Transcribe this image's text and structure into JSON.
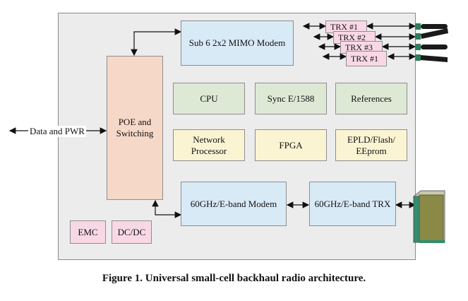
{
  "blocks": {
    "mimo_modem": "Sub 6 2x2 MIMO Modem",
    "poe_switching": "POE and Switching",
    "cpu": "CPU",
    "sync": "Sync E/1588",
    "references": "References",
    "network_processor": "Network Processor",
    "fpga": "FPGA",
    "epld": "EPLD/Flash/ EEprom",
    "mmw_modem": "60GHz/E-band Modem",
    "mmw_trx": "60GHz/E-band TRX",
    "emc": "EMC",
    "dcdc": "DC/DC"
  },
  "transceivers": [
    "TRX #1",
    "TRX #2",
    "TRX #3",
    "TRX #1"
  ],
  "io_label": "Data and PWR",
  "caption": "Figure 1.  Universal small-cell backhaul radio architecture.",
  "colors": {
    "modem_blue": "#d8eaf6",
    "compute_green": "#dde9d5",
    "logic_yellow": "#fbf4d3",
    "power_pink": "#f9d8e6",
    "switch_salmon": "#f6d8c8",
    "background_gray": "#ececec"
  }
}
